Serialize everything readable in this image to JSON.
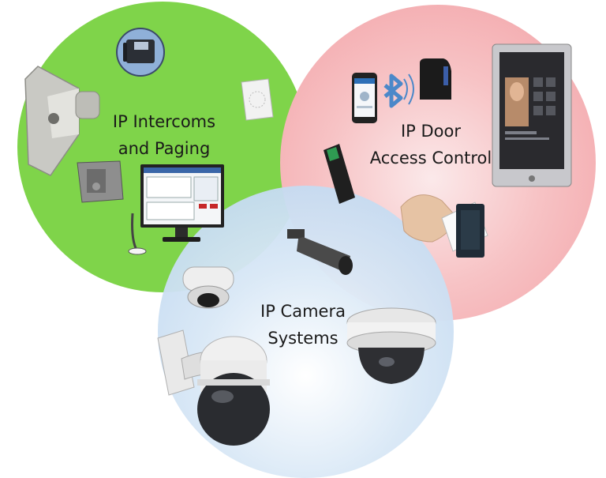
{
  "groups": {
    "intercom": {
      "line1": "IP Intercoms",
      "line2": "and Paging"
    },
    "door": {
      "line1": "IP Door",
      "line2": "Access Control"
    },
    "camera": {
      "line1": "IP Camera",
      "line2": "Systems"
    }
  },
  "colors": {
    "intercom": "#7fd44a",
    "door": "#f29ea3",
    "camera": "#b9d3ee"
  },
  "icons": [
    "desk-phone-icon",
    "horn-speaker-icon",
    "ceiling-speaker-icon",
    "intercom-station-icon",
    "paging-monitor-icon",
    "desk-microphone-icon",
    "smartphone-icon",
    "bluetooth-icon",
    "card-reader-icon",
    "access-tablet-icon",
    "keycard-reader-icon",
    "hand-card-icon",
    "bullet-camera-icon",
    "mini-dome-camera-icon",
    "ptz-camera-icon",
    "dome-camera-icon"
  ]
}
